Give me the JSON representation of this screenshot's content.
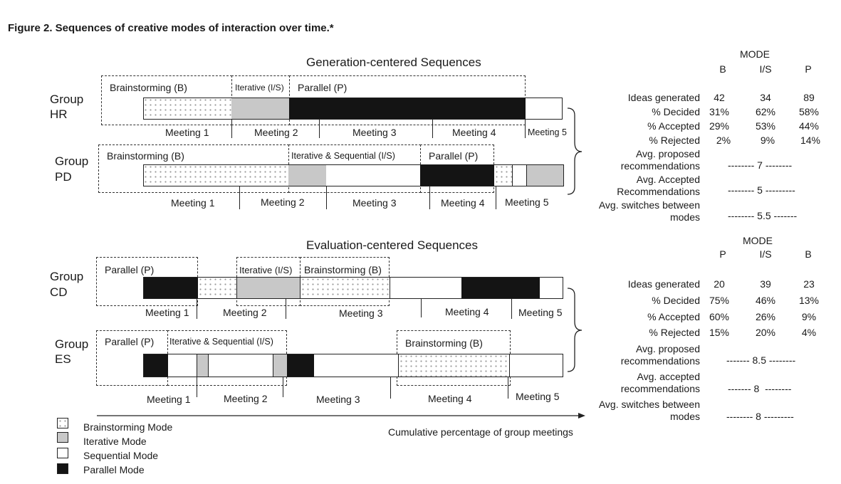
{
  "title": "Figure 2.  Sequences of creative modes of interaction over time.*",
  "generation": {
    "heading": "Generation-centered Sequences",
    "groups": [
      {
        "name1": "Group",
        "name2": "HR",
        "mode_labels": [
          "Brainstorming (B)",
          "Iterative (I/S)",
          "Parallel (P)"
        ],
        "meetings": [
          "Meeting 1",
          "Meeting 2",
          "Meeting 3",
          "Meeting 4",
          "Meeting 5"
        ]
      },
      {
        "name1": "Group",
        "name2": "PD",
        "mode_labels": [
          "Brainstorming (B)",
          "Iterative & Sequential (I/S)",
          "Parallel (P)"
        ],
        "meetings": [
          "Meeting 1",
          "Meeting 2",
          "Meeting 3",
          "Meeting 4",
          "Meeting 5"
        ]
      }
    ],
    "table": {
      "mode_header": "MODE",
      "cols": [
        "B",
        "I/S",
        "P"
      ],
      "rows": [
        {
          "label": "Ideas generated",
          "values": [
            "42",
            "34",
            "89"
          ]
        },
        {
          "label": "% Decided",
          "values": [
            "31%",
            "62%",
            "58%"
          ]
        },
        {
          "label": "% Accepted",
          "values": [
            "29%",
            "53%",
            "44%"
          ]
        },
        {
          "label": "% Rejected",
          "values": [
            "2%",
            "9%",
            "14%"
          ]
        }
      ],
      "summary": [
        {
          "label1": "Avg. proposed",
          "label2": "recommendations",
          "value": "-------- 7 --------"
        },
        {
          "label1": "Avg. Accepted",
          "label2": "Recommendations",
          "value": "-------- 5 ---------"
        },
        {
          "label1": "Avg. switches between",
          "label2": "modes",
          "value": "-------- 5.5 -------"
        }
      ]
    }
  },
  "evaluation": {
    "heading": "Evaluation-centered Sequences",
    "groups": [
      {
        "name1": "Group",
        "name2": "CD",
        "mode_labels": [
          "Parallel (P)",
          "Iterative (I/S)",
          "Brainstorming (B)"
        ],
        "meetings": [
          "Meeting 1",
          "Meeting 2",
          "Meeting 3",
          "Meeting 4",
          "Meeting 5"
        ]
      },
      {
        "name1": "Group",
        "name2": "ES",
        "mode_labels": [
          "Parallel (P)",
          "Iterative & Sequential (I/S)",
          "Brainstorming (B)"
        ],
        "meetings": [
          "Meeting 1",
          "Meeting 2",
          "Meeting 3",
          "Meeting 4",
          "Meeting 5"
        ]
      }
    ],
    "table": {
      "mode_header": "MODE",
      "cols": [
        "P",
        "I/S",
        "B"
      ],
      "rows": [
        {
          "label": "Ideas generated",
          "values": [
            "20",
            "39",
            "23"
          ]
        },
        {
          "label": "% Decided",
          "values": [
            "75%",
            "46%",
            "13%"
          ]
        },
        {
          "label": "% Accepted",
          "values": [
            "60%",
            "26%",
            "9%"
          ]
        },
        {
          "label": "% Rejected",
          "values": [
            "15%",
            "20%",
            "4%"
          ]
        }
      ],
      "summary": [
        {
          "label1": "Avg. proposed",
          "label2": "recommendations",
          "value": "------- 8.5 --------"
        },
        {
          "label1": "Avg. accepted",
          "label2": "recommendations",
          "value": "------- 8  --------"
        },
        {
          "label1": "Avg. switches between",
          "label2": "modes",
          "value": "-------- 8 ---------"
        }
      ]
    }
  },
  "axis_label": "Cumulative percentage of group meetings",
  "legend": [
    {
      "label": "Brainstorming Mode",
      "fill": "dotted"
    },
    {
      "label": "Iterative Mode",
      "fill": "grey"
    },
    {
      "label": "Sequential Mode",
      "fill": "white"
    },
    {
      "label": "Parallel Mode",
      "fill": "black"
    }
  ],
  "colors": {
    "iterative": "#c8c8c8",
    "parallel": "#141414",
    "sequential": "#ffffff",
    "outline": "#222222"
  }
}
